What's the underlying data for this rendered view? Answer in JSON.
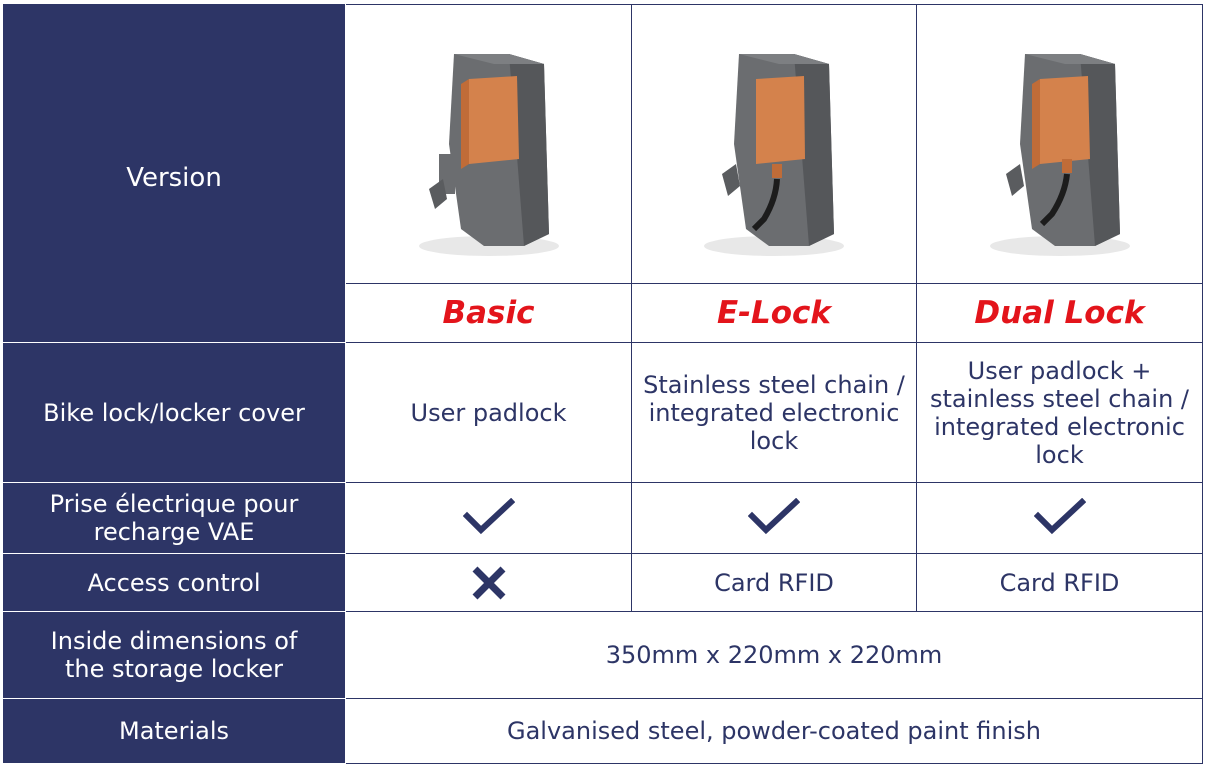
{
  "header": {
    "version_label": "Version",
    "products": [
      {
        "name": "Basic",
        "image": "locker-basic-image"
      },
      {
        "name": "E-Lock",
        "image": "locker-elock-image"
      },
      {
        "name": "Dual Lock",
        "image": "locker-duallock-image"
      }
    ]
  },
  "rows": {
    "bike_lock": {
      "label": "Bike lock/locker cover",
      "values": [
        "User padlock",
        "Stainless steel chain / integrated electronic lock",
        "User padlock + stainless steel chain / integrated electronic lock"
      ]
    },
    "charging": {
      "label": "Prise électrique pour recharge VAE",
      "values": [
        "check-icon",
        "check-icon",
        "check-icon"
      ]
    },
    "access": {
      "label": "Access control",
      "values": [
        "cross-icon",
        "Card RFID",
        "Card RFID"
      ]
    },
    "dimensions": {
      "label": "Inside dimensions of the storage locker",
      "value": "350mm x 220mm x 220mm"
    },
    "materials": {
      "label": "Materials",
      "value": "Galvanised steel, powder-coated paint finish"
    }
  },
  "colors": {
    "navy": "#2d3566",
    "red": "#e3141b",
    "copper": "#d4824c",
    "steel": "#6b6d70"
  }
}
